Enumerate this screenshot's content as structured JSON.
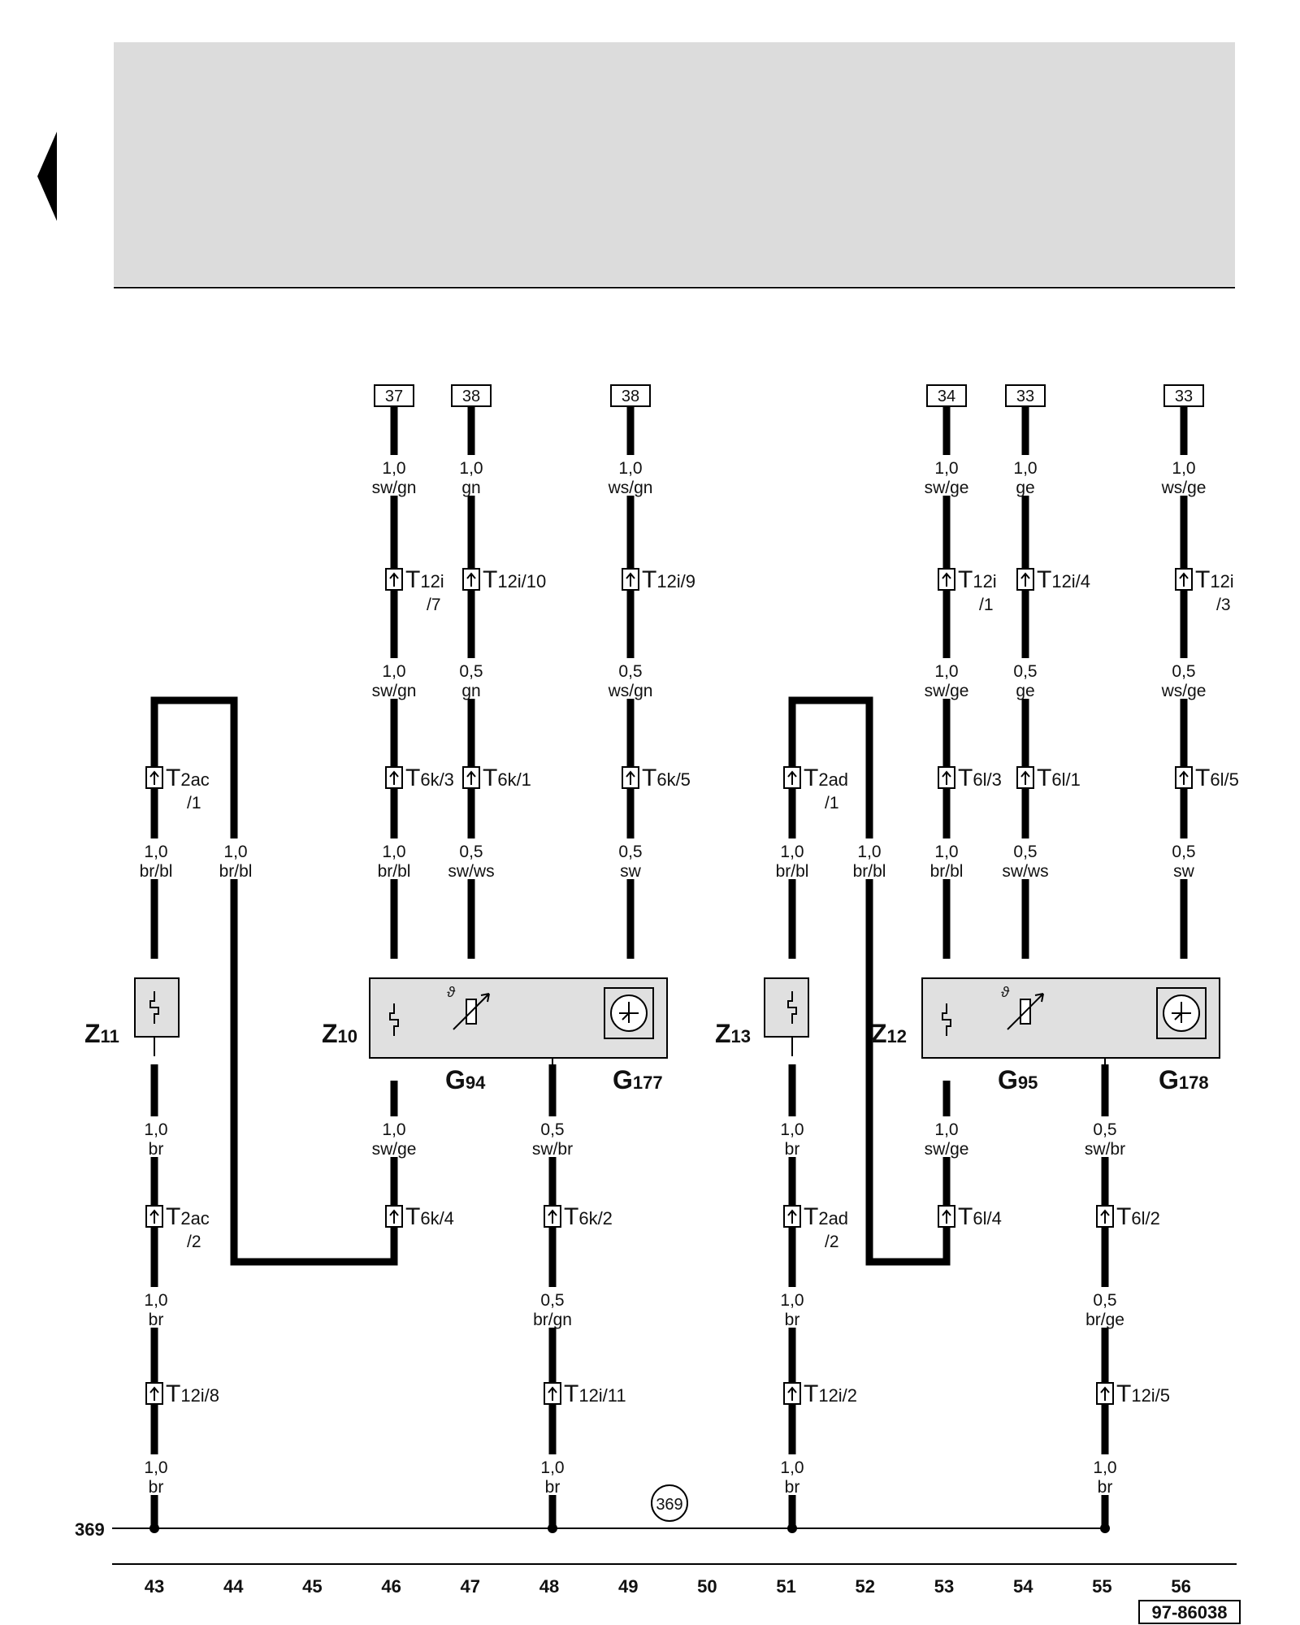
{
  "page": {
    "back_arrow": "left-triangle-icon",
    "ground_label": "369",
    "ground_circle": "369",
    "drawing_number": "97-86038"
  },
  "track_numbers": [
    "43",
    "44",
    "45",
    "46",
    "47",
    "48",
    "49",
    "50",
    "51",
    "52",
    "53",
    "54",
    "55",
    "56"
  ],
  "top_refs": [
    "37",
    "38",
    "38",
    "34",
    "33",
    "33"
  ],
  "wire_labels": [
    {
      "size": "1,0",
      "color": "sw/gn"
    },
    {
      "size": "1,0",
      "color": "gn"
    },
    {
      "size": "1,0",
      "color": "ws/gn"
    },
    {
      "size": "1,0",
      "color": "sw/ge"
    },
    {
      "size": "1,0",
      "color": "ge"
    },
    {
      "size": "1,0",
      "color": "ws/ge"
    },
    {
      "size": "1,0",
      "color": "sw/gn"
    },
    {
      "size": "0,5",
      "color": "gn"
    },
    {
      "size": "0,5",
      "color": "ws/gn"
    },
    {
      "size": "1,0",
      "color": "sw/ge"
    },
    {
      "size": "0,5",
      "color": "ge"
    },
    {
      "size": "0,5",
      "color": "ws/ge"
    },
    {
      "size": "1,0",
      "color": "br/bl"
    },
    {
      "size": "1,0",
      "color": "br/bl"
    },
    {
      "size": "1,0",
      "color": "br/bl"
    },
    {
      "size": "0,5",
      "color": "sw/ws"
    },
    {
      "size": "0,5",
      "color": "sw"
    },
    {
      "size": "1,0",
      "color": "br/bl"
    },
    {
      "size": "1,0",
      "color": "br/bl"
    },
    {
      "size": "1,0",
      "color": "br/bl"
    },
    {
      "size": "0,5",
      "color": "sw/ws"
    },
    {
      "size": "0,5",
      "color": "sw"
    },
    {
      "size": "1,0",
      "color": "br"
    },
    {
      "size": "1,0",
      "color": "sw/ge"
    },
    {
      "size": "0,5",
      "color": "sw/br"
    },
    {
      "size": "1,0",
      "color": "br"
    },
    {
      "size": "1,0",
      "color": "sw/ge"
    },
    {
      "size": "0,5",
      "color": "sw/br"
    },
    {
      "size": "1,0",
      "color": "br"
    },
    {
      "size": "0,5",
      "color": "br/gn"
    },
    {
      "size": "1,0",
      "color": "br"
    },
    {
      "size": "0,5",
      "color": "br/ge"
    },
    {
      "size": "1,0",
      "color": "br"
    },
    {
      "size": "1,0",
      "color": "br"
    },
    {
      "size": "1,0",
      "color": "br"
    },
    {
      "size": "1,0",
      "color": "br"
    }
  ],
  "connectors": [
    {
      "main": "T12i",
      "sub": "/7"
    },
    {
      "main": "T12i/10",
      "sub": ""
    },
    {
      "main": "T12i/9",
      "sub": ""
    },
    {
      "main": "T12i",
      "sub": "/1"
    },
    {
      "main": "T12i/4",
      "sub": ""
    },
    {
      "main": "T12i",
      "sub": "/3"
    },
    {
      "main": "T2ac",
      "sub": "/1"
    },
    {
      "main": "T6k/3",
      "sub": ""
    },
    {
      "main": "T6k/1",
      "sub": ""
    },
    {
      "main": "T6k/5",
      "sub": ""
    },
    {
      "main": "T2ad",
      "sub": "/1"
    },
    {
      "main": "T6l/3",
      "sub": ""
    },
    {
      "main": "T6l/1",
      "sub": ""
    },
    {
      "main": "T6l/5",
      "sub": ""
    },
    {
      "main": "T2ac",
      "sub": "/2"
    },
    {
      "main": "T6k/4",
      "sub": ""
    },
    {
      "main": "T6k/2",
      "sub": ""
    },
    {
      "main": "T2ad",
      "sub": "/2"
    },
    {
      "main": "T6l/4",
      "sub": ""
    },
    {
      "main": "T6l/2",
      "sub": ""
    },
    {
      "main": "T12i/8",
      "sub": ""
    },
    {
      "main": "T12i/11",
      "sub": ""
    },
    {
      "main": "T12i/2",
      "sub": ""
    },
    {
      "main": "T12i/5",
      "sub": ""
    }
  ],
  "components": [
    "Z11",
    "Z10",
    "G94",
    "G177",
    "Z13",
    "Z12",
    "G95",
    "G178"
  ],
  "colors": {
    "panel": "#dcdcdc",
    "component_fill": "#e0e0e0",
    "line": "#000000"
  }
}
